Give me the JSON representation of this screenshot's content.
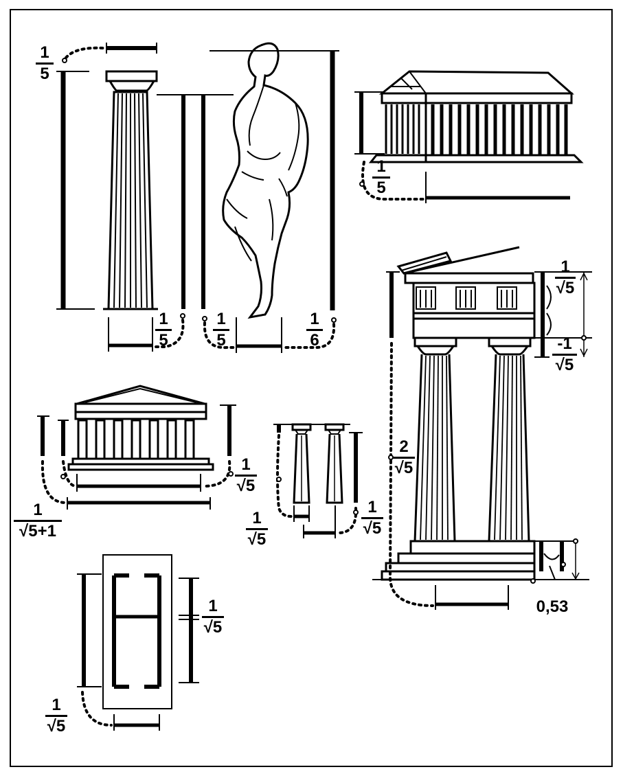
{
  "labels": {
    "col_top_num": "1",
    "col_top_den": "5",
    "col_bottom_num": "1",
    "col_bottom_den": "5",
    "fig_left_num": "1",
    "fig_left_den": "5",
    "fig_right_num": "1",
    "fig_right_den": "6",
    "parthenon_num": "1",
    "parthenon_den": "5",
    "entab_top_num": "1",
    "entab_top_den": "√5",
    "entab_bot_num": "-1",
    "entab_bot_den": "√5",
    "temple_right_num": "1",
    "temple_right_den": "√5",
    "temple_left_num": "1",
    "temple_left_den": "√5+1",
    "pair_left_num": "1",
    "pair_left_den": "√5",
    "pair_right_num": "1",
    "pair_right_den": "√5",
    "order_mid_num": "2",
    "order_mid_den": "√5",
    "plan_right_num": "1",
    "plan_right_den": "√5",
    "plan_left_num": "1",
    "plan_left_den": "√5",
    "base_value": "0,53"
  },
  "colors": {
    "ink": "#000000",
    "paper": "#ffffff"
  }
}
